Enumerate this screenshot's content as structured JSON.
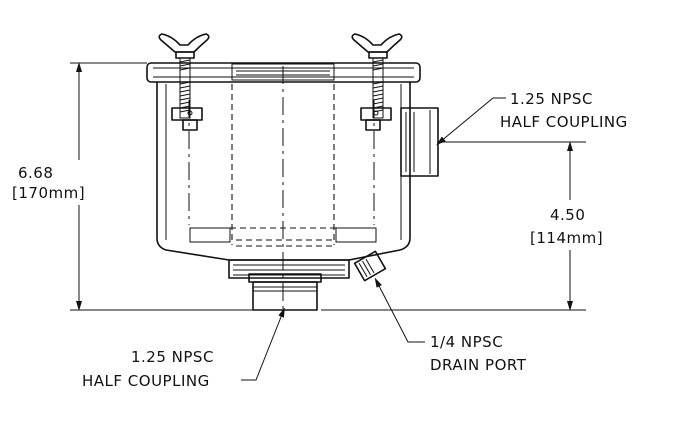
{
  "dimensions": {
    "overall_height": {
      "value": "6.68",
      "metric": "[170mm]"
    },
    "side_outlet_height": {
      "value": "4.50",
      "metric": "[114mm]"
    }
  },
  "callouts": {
    "side_coupling": {
      "line1": "1.25 NPSC",
      "line2": "HALF COUPLING"
    },
    "bottom_coupling": {
      "line1": "1.25 NPSC",
      "line2": "HALF COUPLING"
    },
    "drain_port": {
      "line1": "1/4 NPSC",
      "line2": "DRAIN PORT"
    }
  }
}
